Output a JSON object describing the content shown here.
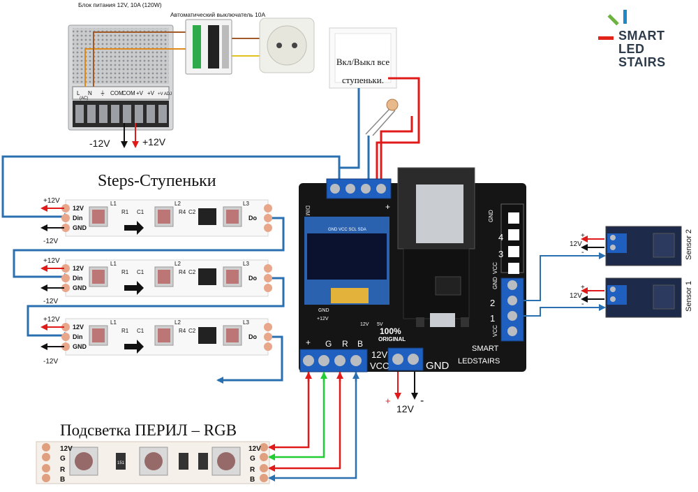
{
  "power_supply": {
    "caption": "Блок питания 12V, 10A (120W)",
    "terminals": [
      "L",
      "N",
      "⏚",
      "COM",
      "COM",
      "+V",
      "+V",
      "+V ADJ"
    ],
    "terminal_ac": "(AC)",
    "output_minus": "-12V",
    "output_plus": "+12V"
  },
  "breaker": {
    "caption": "Автоматический выключатель 10А"
  },
  "wall_switch": {
    "caption": "Вкл/Выкл все ступеньки."
  },
  "logo": {
    "line1": "SMART",
    "line2": "LED",
    "line3": "STAIRS",
    "colors": [
      "#e2231a",
      "#6cb33f",
      "#1e88c8"
    ]
  },
  "steps": {
    "title": "Steps-Ступеньки",
    "strips": [
      {
        "plus": "+12V",
        "minus": "-12V"
      },
      {
        "plus": "+12V",
        "minus": "-12V"
      },
      {
        "plus": "+12V",
        "minus": "-12V"
      }
    ],
    "pin_labels": [
      "12V",
      "Din",
      "GND"
    ],
    "out_label": "Do",
    "components": [
      "L1",
      "R1",
      "C1",
      "L2",
      "R4",
      "C2",
      "L3"
    ]
  },
  "board": {
    "oled_pins": "GND VCC SCL SDA",
    "terminal_rgb": [
      "+",
      "G",
      "R",
      "B"
    ],
    "terminal_power": [
      "12V",
      "VCC"
    ],
    "gnd": "GND",
    "side_pins_top": [
      "GND",
      "4",
      "3",
      "VCC"
    ],
    "side_pins_bottom": [
      "GND",
      "2",
      "1",
      "VCC"
    ],
    "small_labels": [
      "GND",
      "+12V",
      "12V",
      "5V"
    ],
    "badge_top": "100%",
    "badge_bottom": "ORIGINAL",
    "brand_line1": "SMART",
    "brand_line2": "LEDSTAIRS",
    "marking": "DIM",
    "power_in_plus": "+",
    "power_in_minus": "-",
    "power_in_label": "12V"
  },
  "sensors": [
    {
      "name": "Sensor 2",
      "voltage": "12V",
      "plus": "+",
      "minus": "-"
    },
    {
      "name": "Sensor 1",
      "voltage": "12V",
      "plus": "+",
      "minus": "-"
    }
  ],
  "rail": {
    "title": "Подсветка ПЕРИЛ – RGB",
    "pins": [
      "12V",
      "G",
      "R",
      "B"
    ],
    "chip": "151"
  }
}
